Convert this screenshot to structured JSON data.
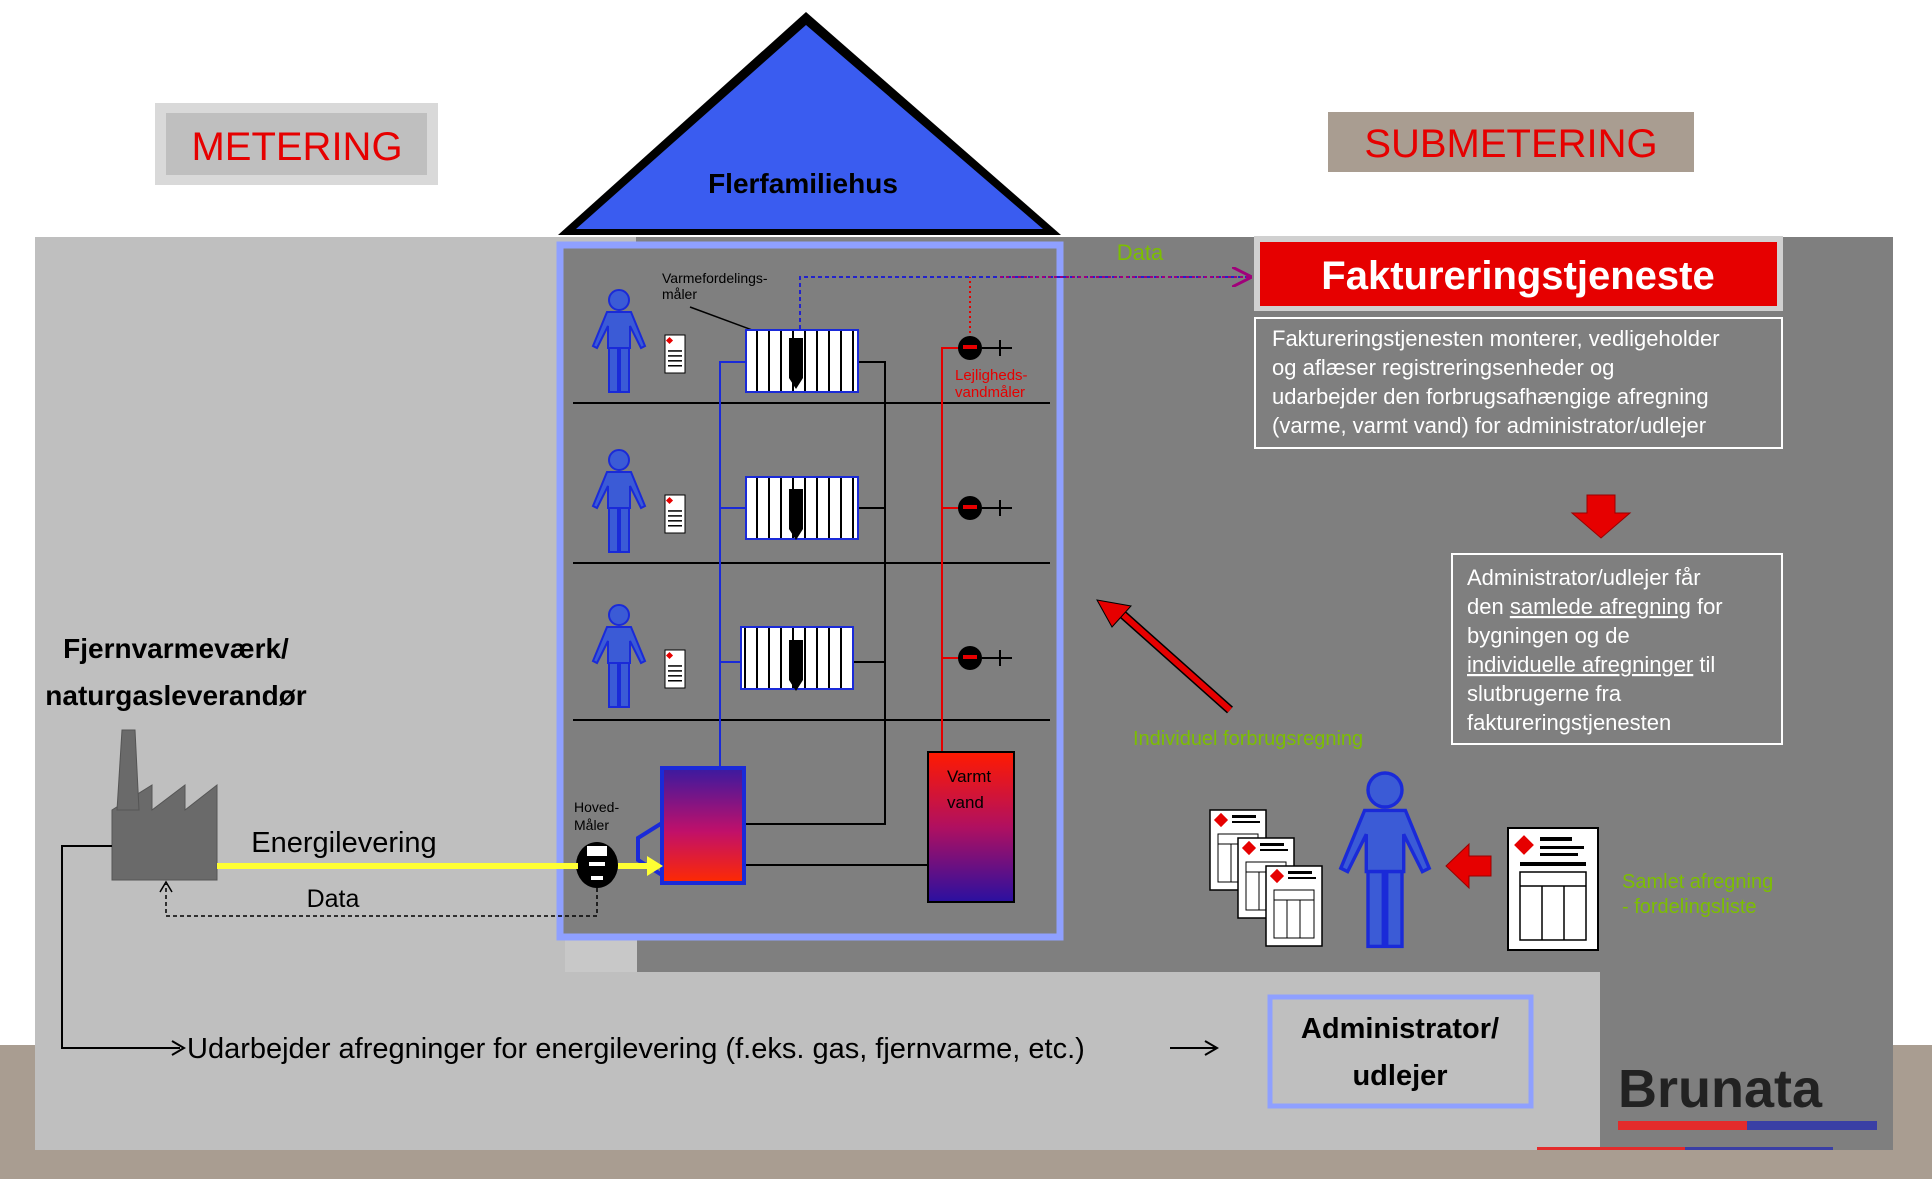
{
  "headers": {
    "metering": "METERING",
    "submetering": "SUBMETERING"
  },
  "house": {
    "title": "Flerfamiliehus"
  },
  "labels": {
    "data_top": "Data",
    "heat_cost_allocator": [
      "Varmefordelings-",
      "måler"
    ],
    "apartment_water_meter": [
      "Lejligheds-",
      "vandmåler"
    ],
    "main_meter": [
      "Hoved-",
      "Måler"
    ],
    "hot_water": [
      "Varmt",
      "vand"
    ],
    "energy_supply": "Energilevering",
    "data_bottom": "Data",
    "supplier": [
      "Fjernvarmeværk/",
      "naturgasleverandør"
    ],
    "billing_flow": "Udarbejder afregninger for energilevering (f.eks. gas, fjernvarme, etc.)",
    "individual_bill": "Individuel forbrugsregning",
    "total_bill": [
      "Samlet afregning",
      "- fordelingsliste"
    ],
    "admin": [
      "Administrator/",
      "udlejer"
    ]
  },
  "billing_service": {
    "title": "Faktureringstjeneste",
    "description": [
      "Faktureringstjenesten monterer, vedligeholder",
      "og aflæser registreringsenheder og",
      "udarbejder den forbrugsafhængige afregning",
      "(varme, varmt vand) for administrator/udlejer"
    ]
  },
  "admin_info": {
    "lines": [
      {
        "pre": "Administrator/udlejer får",
        "u": "",
        "post": ""
      },
      {
        "pre": "den ",
        "u": "samlede afregning",
        "post": " for"
      },
      {
        "pre": "bygningen og de",
        "u": "",
        "post": ""
      },
      {
        "pre": "",
        "u": "individuelle afregninger",
        "post": " til"
      },
      {
        "pre": "slutbrugerne fra",
        "u": "",
        "post": ""
      },
      {
        "pre": "faktureringstjenesten",
        "u": "",
        "post": ""
      }
    ]
  },
  "logo": {
    "text": "Brunata"
  },
  "colors": {
    "person": "#3b5bd6",
    "house_roof": "#3a5cf0",
    "red": "#e60000",
    "green_text": "#7cbf00",
    "yellow": "#ffff33",
    "logo_red": "#e32b2b",
    "logo_blue": "#3a3fa5"
  }
}
